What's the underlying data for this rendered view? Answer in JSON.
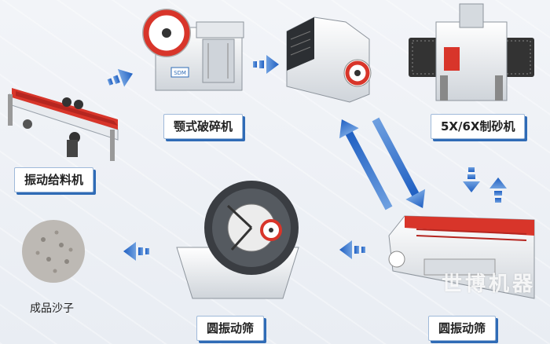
{
  "labels": {
    "feeder": "振动给料机",
    "jaw_crusher": "颚式破碎机",
    "sand_maker": "5X/6X制砂机",
    "screen": "圆振动筛",
    "washer": "圆振动筛",
    "product": "成品沙子"
  },
  "machine_badge": "SDM",
  "watermark": "世博机器",
  "colors": {
    "arrow": "#1f5fc2",
    "machine_red": "#d8352a",
    "label_shadow": "#2f6bb6"
  }
}
